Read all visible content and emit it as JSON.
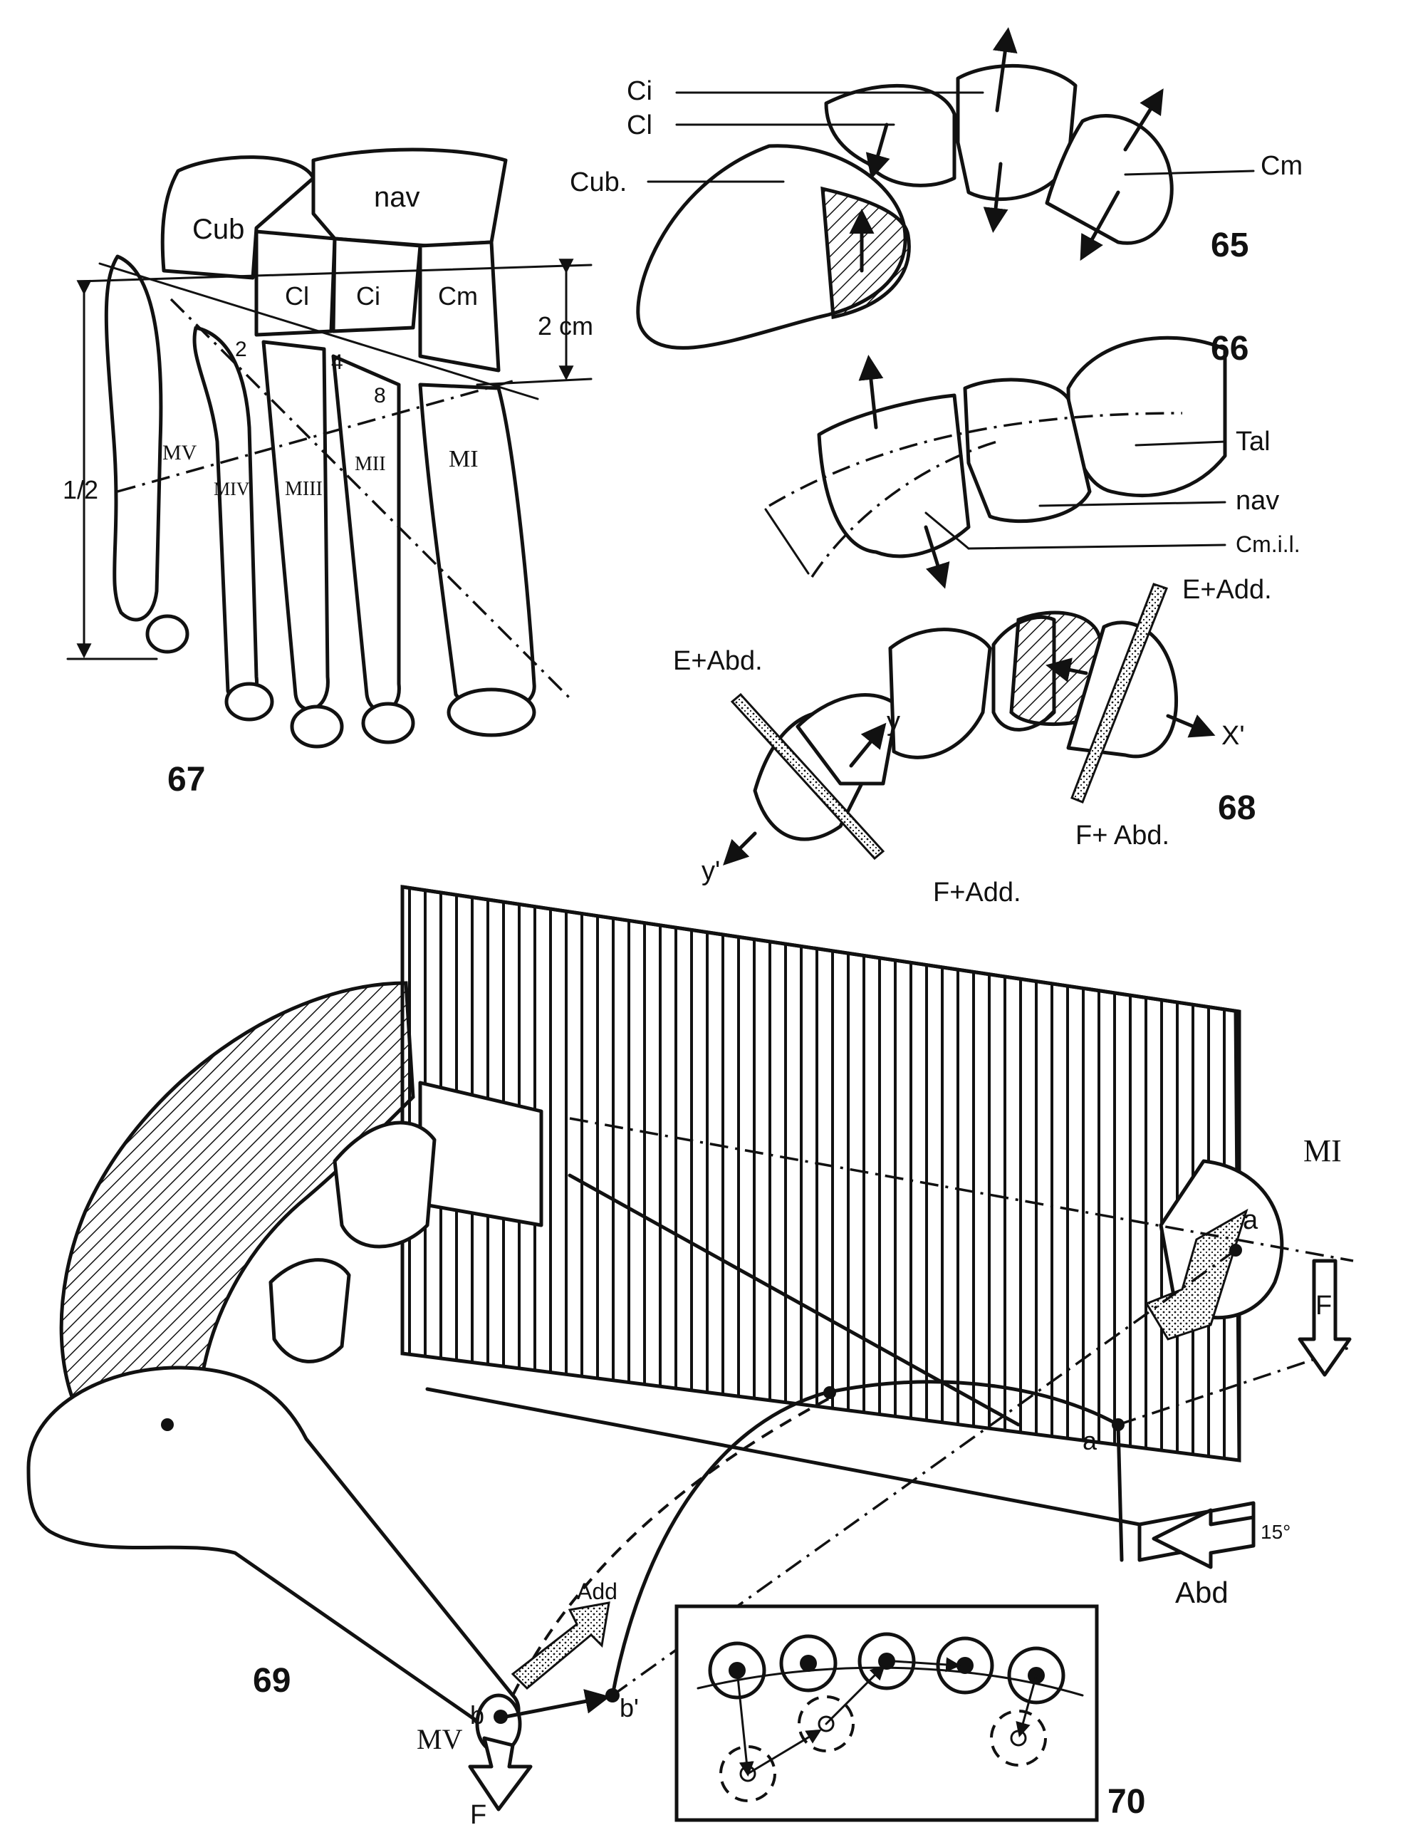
{
  "fig65": {
    "number": "65",
    "labels": {
      "ci1": "Ci",
      "ci2": "Cl",
      "cub": "Cub.",
      "cm": "Cm"
    }
  },
  "fig66": {
    "number": "66",
    "labels": {
      "tal": "Tal",
      "nav": "nav",
      "cmil": "Cm.i.l."
    }
  },
  "fig67": {
    "number": "67",
    "labels": {
      "cub": "Cub",
      "nav": "nav",
      "cl": "Cl",
      "ci": "Ci",
      "cm": "Cm",
      "dist": "2 cm",
      "half": "1/2",
      "n2": "2",
      "n4": "4",
      "n8": "8",
      "mv": "MV",
      "miv": "MIV",
      "miii": "MIII",
      "mii": "MII",
      "mi": "MI"
    }
  },
  "fig68": {
    "number": "68",
    "labels": {
      "e_add": "E+Add.",
      "e_abd": "E+Abd.",
      "f_abd": "F+ Abd.",
      "f_add": "F+Add.",
      "y": "y",
      "y_prime": "y'",
      "x_prime": "X'"
    }
  },
  "fig69": {
    "number": "69",
    "labels": {
      "mi": "MI",
      "a": "a",
      "a_prime": "a'",
      "f_right": "F",
      "add": "Add",
      "b": "b",
      "b_prime": "b'",
      "mv": "MV",
      "f_bottom": "F",
      "abd": "Abd",
      "angle": "15°"
    }
  },
  "fig70": {
    "number": "70"
  }
}
